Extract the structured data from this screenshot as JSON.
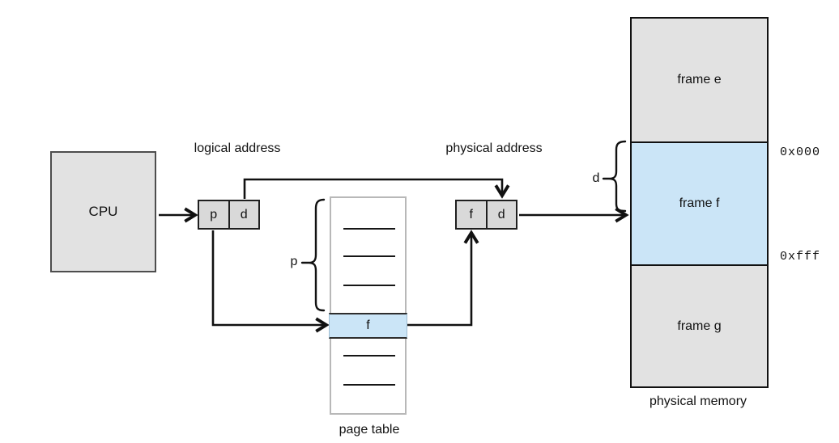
{
  "cpu": {
    "label": "CPU"
  },
  "logical_address": {
    "caption": "logical address",
    "page_field": "p",
    "offset_field": "d"
  },
  "physical_address": {
    "caption": "physical address",
    "frame_field": "f",
    "offset_field": "d"
  },
  "page_table": {
    "caption": "page table",
    "bracket_label": "p",
    "entry_value": "f"
  },
  "physical_memory": {
    "caption": "physical memory",
    "bracket_label": "d",
    "frames": [
      {
        "label": "frame e",
        "highlighted": false
      },
      {
        "label": "frame f",
        "highlighted": true
      },
      {
        "label": "frame g",
        "highlighted": false
      }
    ],
    "frame_start_address": "0x000",
    "frame_end_address": "0xfff"
  },
  "colors": {
    "highlight_blue": "#cbe5f7",
    "box_gray": "#e2e2e2",
    "cell_gray": "#d9d9d9",
    "line_ink": "#111111"
  }
}
